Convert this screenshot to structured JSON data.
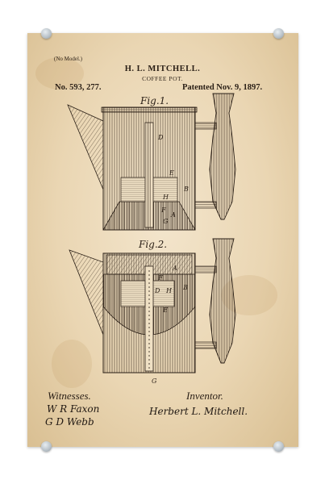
{
  "header": {
    "no_model": "(No Model.)",
    "inventor": "H. L. MITCHELL.",
    "title": "COFFEE POT.",
    "patent_no": "No. 593, 277.",
    "patented": "Patented Nov. 9, 1897."
  },
  "figures": {
    "fig1": "Fig.1.",
    "fig2": "Fig.2.",
    "fig1_labels": {
      "D": "D",
      "E": "E",
      "B": "B",
      "H": "H",
      "F": "F",
      "A": "A",
      "G": "G"
    },
    "fig2_labels": {
      "A": "A",
      "F": "F",
      "D": "D",
      "H": "H",
      "B": "B",
      "E": "E",
      "G": "G"
    }
  },
  "footer": {
    "witnesses_label": "Witnesses.",
    "inventor_label": "Inventor.",
    "witness_sig_1": "W R Faxon",
    "witness_sig_2": "G D Webb",
    "inventor_sig": "Herbert L. Mitchell."
  },
  "colors": {
    "paper": "#ead6b3",
    "ink": "#2a1f16",
    "pin": "#b7c0c7"
  }
}
